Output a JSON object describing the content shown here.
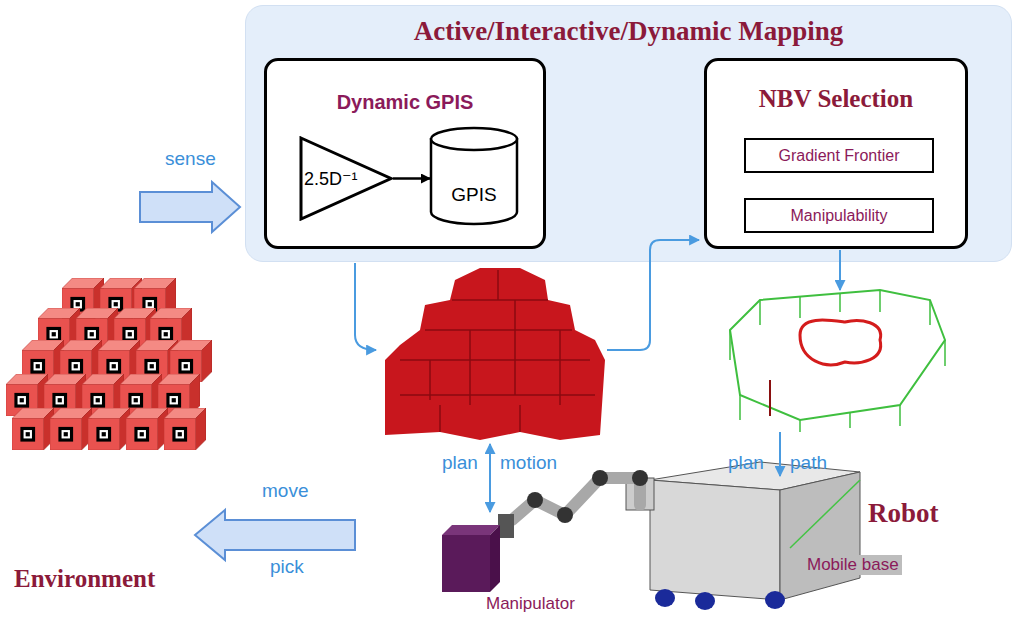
{
  "diagram": {
    "nodes": [
      {
        "text": [
          "Active/Interactive/Dynamic Mapping"
        ]
      },
      {
        "text": [
          "Dynamic GPIS"
        ],
        "in": 0
      },
      {
        "text": [
          "2.5D⁻¹"
        ],
        "in": 1
      },
      {
        "text": [
          "GPIS"
        ],
        "in": 1
      },
      {
        "text": [
          "NBV Selection"
        ],
        "in": 0
      },
      {
        "text": [
          "Gradient Frontier"
        ],
        "in": 4
      },
      {
        "text": [
          "Manipulability"
        ],
        "in": 4
      }
    ],
    "edges": [
      {
        "from": 2,
        "to": 3,
        "arrow": "to"
      }
    ],
    "labels": [
      "sense",
      "plan",
      "motion",
      "plan",
      "path",
      "Robot",
      "move",
      "Mobile base",
      "pick",
      "Environment",
      "Manipulator"
    ]
  }
}
